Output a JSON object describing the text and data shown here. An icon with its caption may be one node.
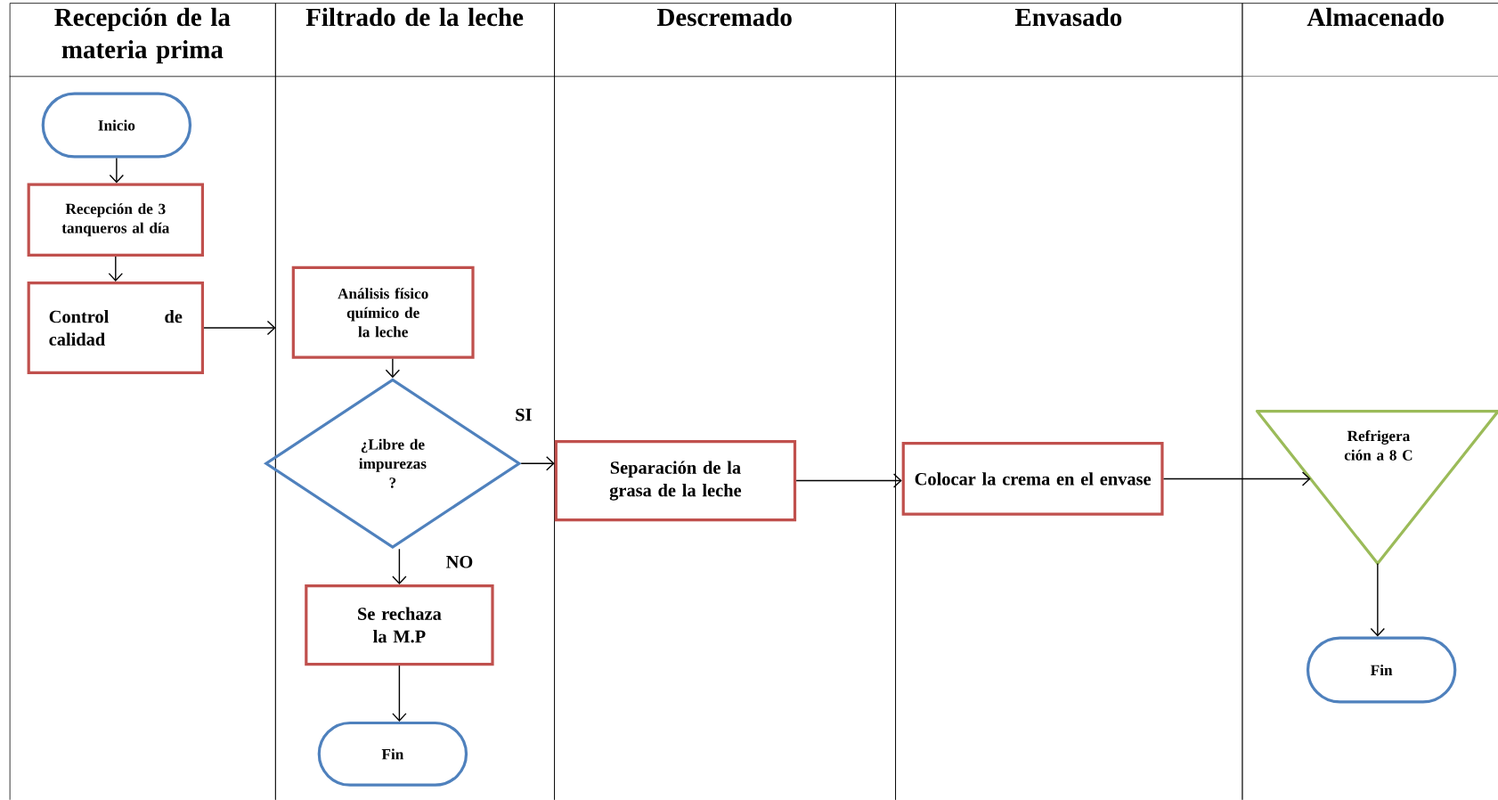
{
  "diagram": {
    "nodes": [
      {
        "text": [
          "Recepción de la materia prima"
        ]
      },
      {
        "text": [
          "Filtrado de la leche"
        ]
      },
      {
        "text": [
          "Descremado"
        ]
      },
      {
        "text": [
          "Envasado"
        ]
      },
      {
        "text": [
          "Almacenado"
        ]
      },
      {
        "text": [
          "Inicio"
        ],
        "in": 0
      },
      {
        "text": [
          "Recepción de 3 tanqueros al día"
        ],
        "in": 0
      },
      {
        "text": [
          "Control de calidad"
        ],
        "in": 0
      },
      {
        "text": [
          "Análisis físico químico de la leche"
        ],
        "in": 1
      },
      {
        "text": [
          "¿Libre de impurezas ?"
        ],
        "in": 1
      },
      {
        "text": [
          "Se rechaza la M.P"
        ],
        "in": 1
      },
      {
        "text": [
          "Fin"
        ],
        "in": 1
      },
      {
        "text": [
          "Separación de la grasa de la leche"
        ],
        "in": 2
      },
      {
        "text": [
          "Colocar la crema en el envase"
        ],
        "in": 3
      },
      {
        "text": [
          "Refrigera ción a 8 C"
        ],
        "in": 4
      },
      {
        "text": [
          "Fin"
        ],
        "in": 4
      }
    ],
    "edges": [
      {
        "from": 5,
        "to": 6,
        "arrow": "to"
      },
      {
        "from": 6,
        "to": 7,
        "arrow": "to"
      },
      {
        "from": 7,
        "to": null,
        "arrow": "to"
      },
      {
        "from": 8,
        "to": 9,
        "arrow": "to"
      },
      {
        "from": 9,
        "to": 12,
        "arrow": "to",
        "label": "SI"
      },
      {
        "from": 9,
        "to": 10,
        "arrow": "to",
        "label": "NO"
      },
      {
        "from": 10,
        "to": 11,
        "arrow": "to"
      },
      {
        "from": 12,
        "to": 13,
        "arrow": "to"
      },
      {
        "from": 13,
        "to": 14,
        "arrow": "to"
      },
      {
        "from": 14,
        "to": 15,
        "arrow": "to"
      }
    ]
  }
}
